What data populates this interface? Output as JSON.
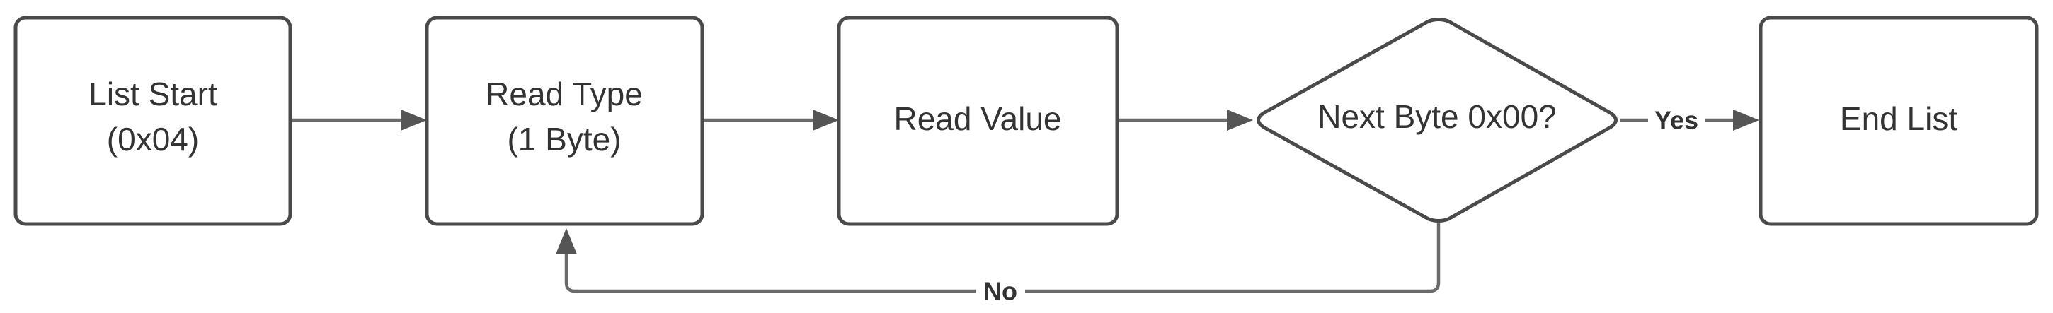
{
  "colors": {
    "node_border": "#4a4a4a",
    "node_fill": "#ffffff",
    "text": "#333333",
    "edge": "#6b6b6b",
    "arrow": "#555555",
    "background": "#ffffff"
  },
  "nodes": [
    {
      "id": "list-start",
      "shape": "rounded-rectangle",
      "lines": [
        "List Start",
        "(0x04)"
      ]
    },
    {
      "id": "read-type",
      "shape": "rounded-rectangle",
      "lines": [
        "Read Type",
        "(1 Byte)"
      ]
    },
    {
      "id": "read-value",
      "shape": "rounded-rectangle",
      "lines": [
        "Read Value"
      ]
    },
    {
      "id": "next-byte-check",
      "shape": "diamond",
      "lines": [
        "Next Byte 0x00?"
      ]
    },
    {
      "id": "end-list",
      "shape": "rounded-rectangle",
      "lines": [
        "End List"
      ]
    }
  ],
  "edges": [
    {
      "from": "list-start",
      "to": "read-type",
      "label": ""
    },
    {
      "from": "read-type",
      "to": "read-value",
      "label": ""
    },
    {
      "from": "read-value",
      "to": "next-byte-check",
      "label": ""
    },
    {
      "from": "next-byte-check",
      "to": "end-list",
      "label": "Yes"
    },
    {
      "from": "next-byte-check",
      "to": "read-type",
      "label": "No"
    }
  ]
}
